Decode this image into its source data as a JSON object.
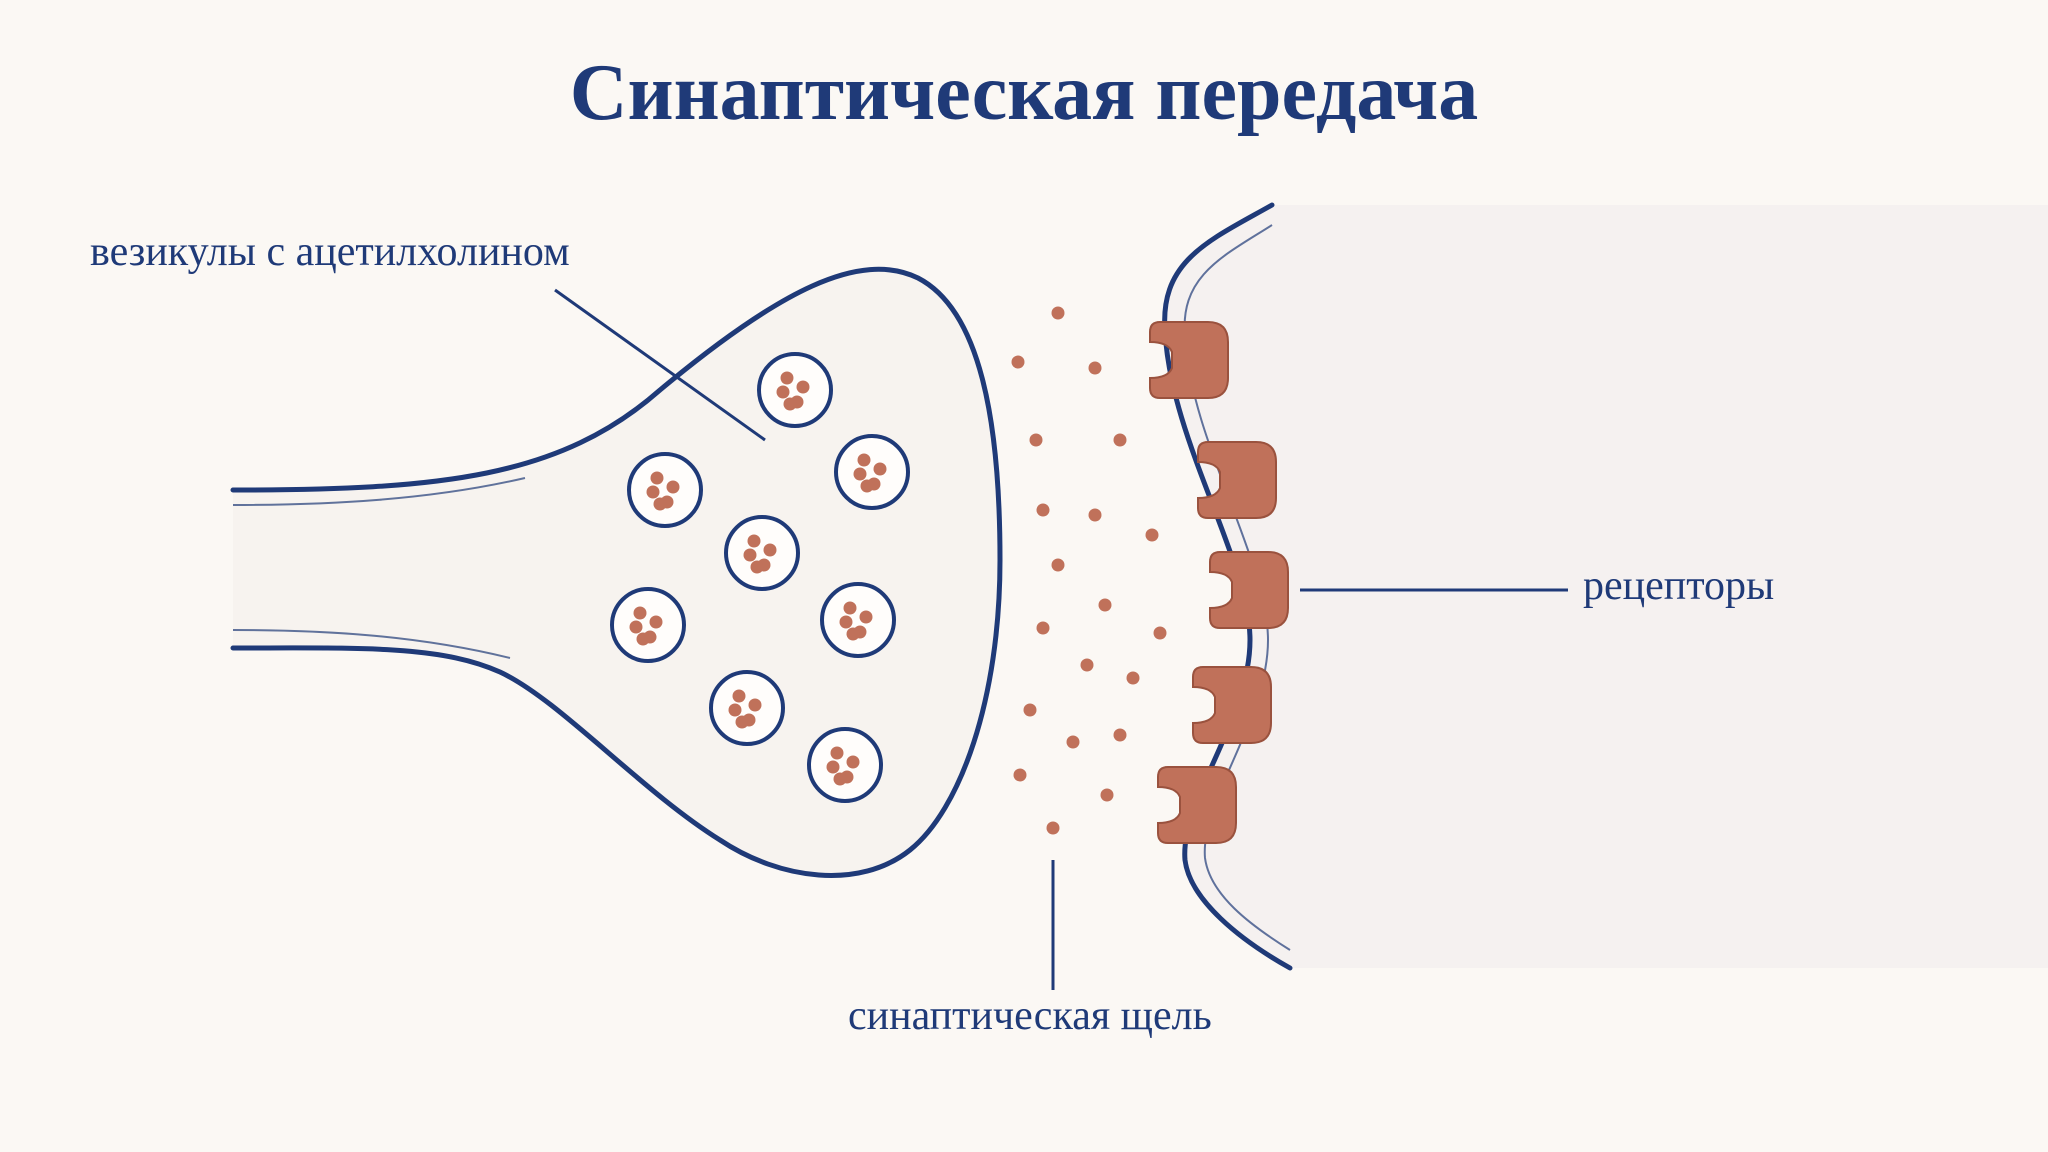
{
  "title": "Синаптическая передача",
  "labels": {
    "vesicles": "везикулы с ацетилхолином",
    "receptors": "рецепторы",
    "cleft": "синаптическая щель"
  },
  "colors": {
    "outline": "#1f3a78",
    "neurotransmitter": "#c0715a",
    "background": "#fbf8f4"
  },
  "counts": {
    "vesicles": 8,
    "receptors": 5
  }
}
